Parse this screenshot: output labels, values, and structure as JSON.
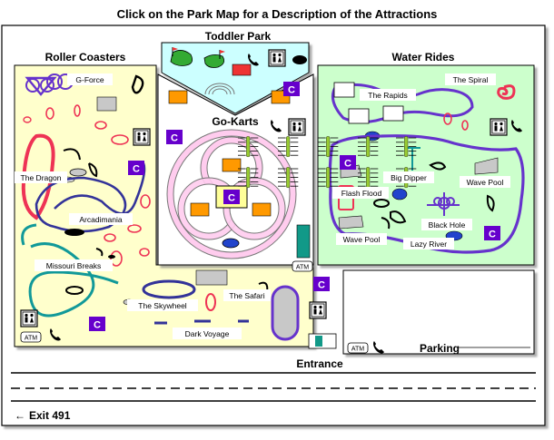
{
  "title": "Click on the Park Map for a Description of the Attractions",
  "sections": {
    "roller_coasters": "Roller Coasters",
    "toddler_park": "Toddler Park",
    "water_rides": "Water Rides",
    "go_karts": "Go-Karts",
    "entrance": "Entrance",
    "parking": "Parking"
  },
  "rides": {
    "g_force": "G-Force",
    "the_dragon": "The Dragon",
    "arcadimania": "Arcadimania",
    "missouri_breaks": "Missouri Breaks",
    "the_skywheel": "The Skywheel",
    "the_safari": "The Safari",
    "dark_voyage": "Dark Voyage",
    "the_rapids": "The Rapids",
    "the_spiral": "The Spiral",
    "big_dipper": "Big Dipper",
    "wave_pool_1": "Wave Pool",
    "flash_flood": "Flash Flood",
    "black_hole": "Black Hole",
    "wave_pool_2": "Wave Pool",
    "lazy_river": "Lazy River"
  },
  "amenities": {
    "atm": "ATM",
    "concession": "C"
  },
  "exit_label": "Exit 491",
  "exit_arrow": "←",
  "colors": {
    "coaster_bg": "#ffffcc",
    "toddler_bg": "#ccffff",
    "water_bg": "#ccffcc",
    "concession": "#6600cc",
    "track_purple": "#6633cc",
    "track_red": "#ee3355",
    "track_teal": "#119999",
    "track_navy": "#333399",
    "parking_bar": "#99cc33",
    "orange": "#ff9900"
  }
}
